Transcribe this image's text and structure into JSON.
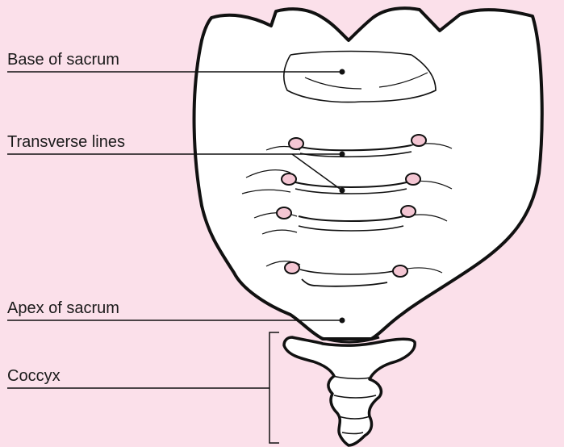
{
  "labels": {
    "base": "Base of sacrum",
    "transverse": "Transverse lines",
    "apex": "Apex of sacrum",
    "coccyx": "Coccyx"
  },
  "colors": {
    "background": "#fbe0ea",
    "bone_fill": "#ffffff",
    "outline": "#111111",
    "foramen": "#f4c6d3"
  }
}
